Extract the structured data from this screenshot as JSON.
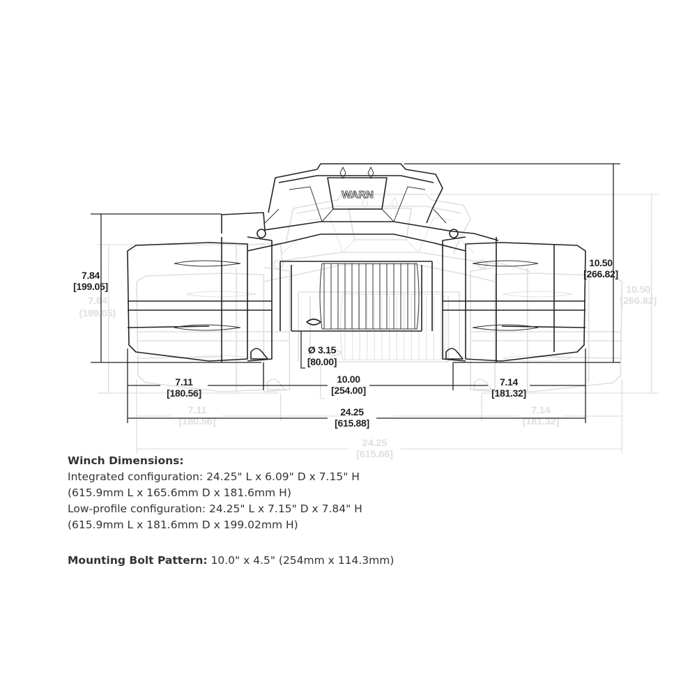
{
  "drawing": {
    "logo": "WARN",
    "height_left": {
      "in": "7.84",
      "mm": "[199.05]"
    },
    "height_right": {
      "in": "10.50",
      "mm": "[266.82]"
    },
    "drum_diameter": {
      "in": "Ø 3.15",
      "mm": "[80.00]"
    },
    "left_end": {
      "in": "7.11",
      "mm": "[180.56]"
    },
    "bolt_span": {
      "in": "10.00",
      "mm": "[254.00]"
    },
    "right_end": {
      "in": "7.14",
      "mm": "[181.32]"
    },
    "overall_length": {
      "in": "24.25",
      "mm": "[615.88]"
    }
  },
  "specs": {
    "heading": "Winch Dimensions:",
    "integrated": "Integrated configuration: 24.25\" L x 6.09\" D x 7.15\" H",
    "integrated_mm": "(615.9mm L x 165.6mm D x 181.6mm H)",
    "low_profile": "Low-profile configuration: 24.25\" L x 7.15\" D x 7.84\" H",
    "low_profile_mm": "(615.9mm L x 181.6mm D x 199.02mm H)",
    "mounting_label": "Mounting Bolt Pattern:",
    "mounting_value": " 10.0\" x 4.5\" (254mm x 114.3mm)"
  }
}
